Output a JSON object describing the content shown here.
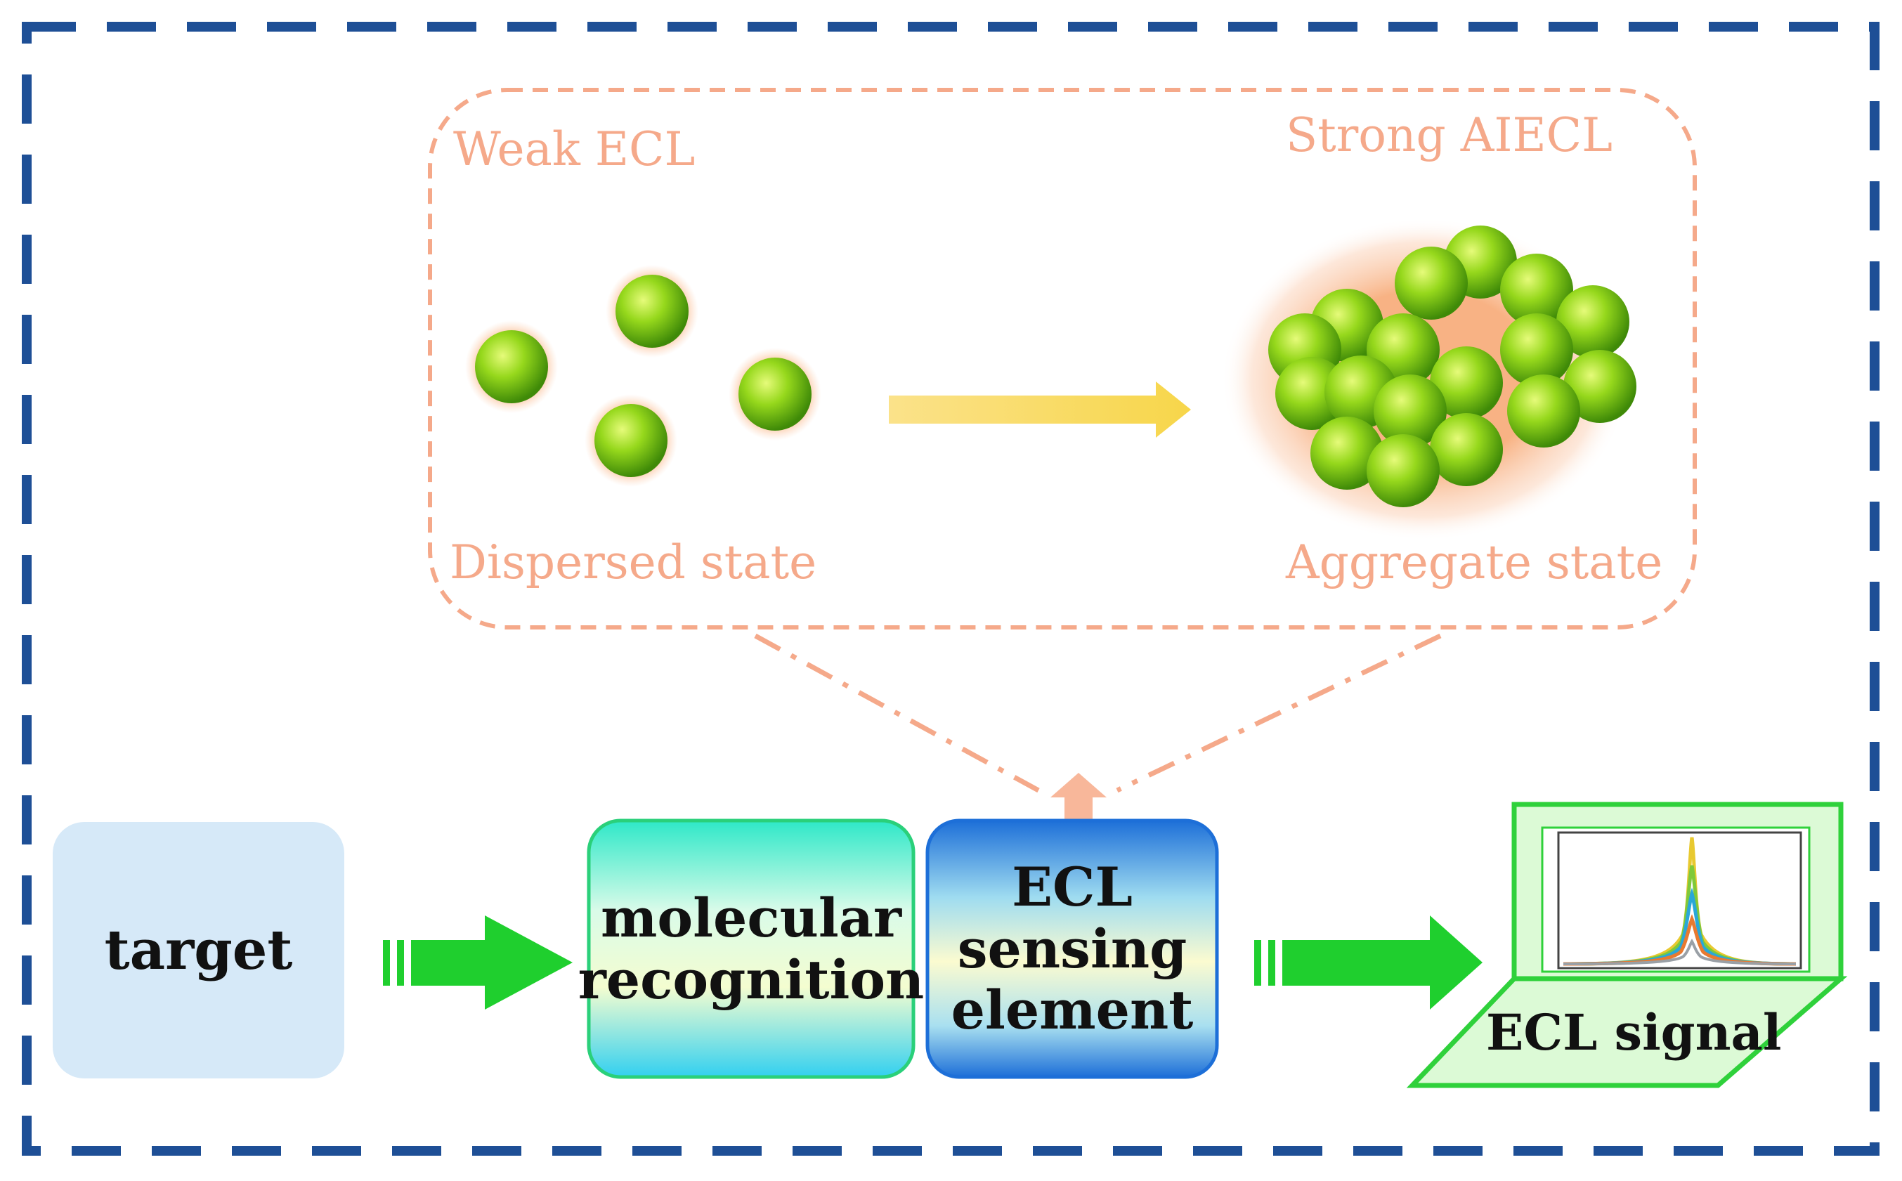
{
  "aggregation_panel": {
    "weak_label": "Weak ECL",
    "strong_label": "Strong AIECL",
    "dispersed_label": "Dispersed state",
    "aggregate_label": "Aggregate state"
  },
  "workflow": {
    "target_label": "target",
    "recognition_line1": "molecular",
    "recognition_line2": "recognition",
    "sensing_line1": "ECL",
    "sensing_line2": "sensing",
    "sensing_line3": "element",
    "signal_label": "ECL signal"
  },
  "colors": {
    "outer_border": "#1e4f96",
    "panel_border": "#f5a98a",
    "arrow_green": "#1fcf2e",
    "sphere_green": "#8fd61a",
    "sphere_glow": "#f7a06a",
    "target_fill": "#d6e9f8",
    "laptop_fill": "#dcfad6",
    "laptop_border": "#2fd13b"
  }
}
